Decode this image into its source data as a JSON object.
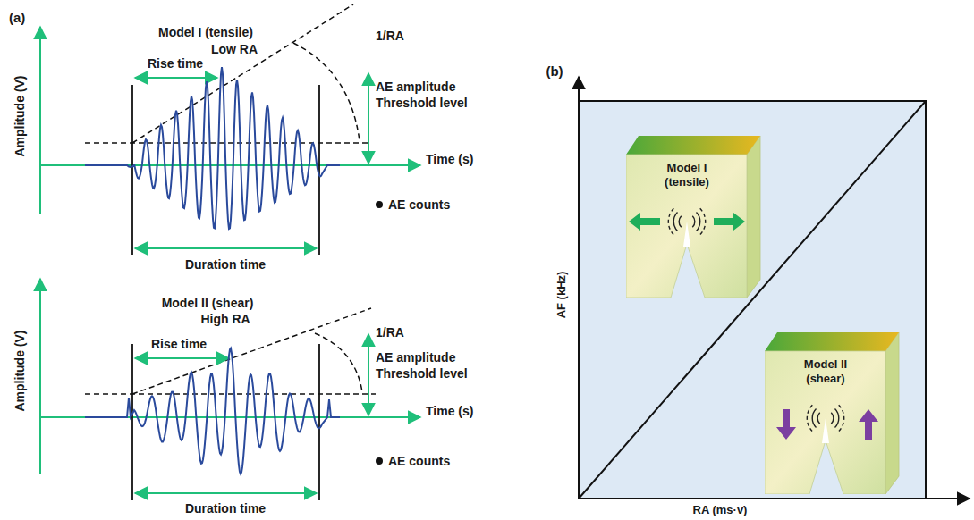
{
  "diagram": {
    "nodes": [
      {
        "text": [
          "Model I (tensile)"
        ]
      },
      {
        "text": [
          "Model II (shear)"
        ]
      }
    ],
    "labels": [
      "(a)",
      "Model I (tensile)",
      "Low RA",
      "Rise time",
      "1/RA",
      "AE amplitude",
      "Threshold level",
      "Amplitude (V)",
      "Time (s)",
      "AE counts",
      "Duration time",
      "Model II (shear)",
      "High RA",
      "Rise time",
      "1/RA",
      "AE amplitude",
      "Threshold level",
      "Amplitude (V)",
      "Time (s)",
      "AE counts",
      "Duration time",
      "(b)",
      "AF (kHz)",
      "RA (ms·v)"
    ]
  }
}
